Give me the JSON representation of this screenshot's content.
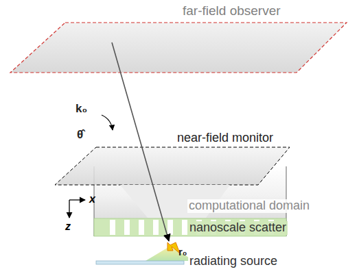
{
  "diagram": {
    "labels": [
      "far-field observer",
      "k₀",
      "θ̂",
      "near-field monitor",
      "x",
      "z",
      "computational domain",
      "nanoscale scatter",
      "r₀",
      "radiating source"
    ]
  }
}
